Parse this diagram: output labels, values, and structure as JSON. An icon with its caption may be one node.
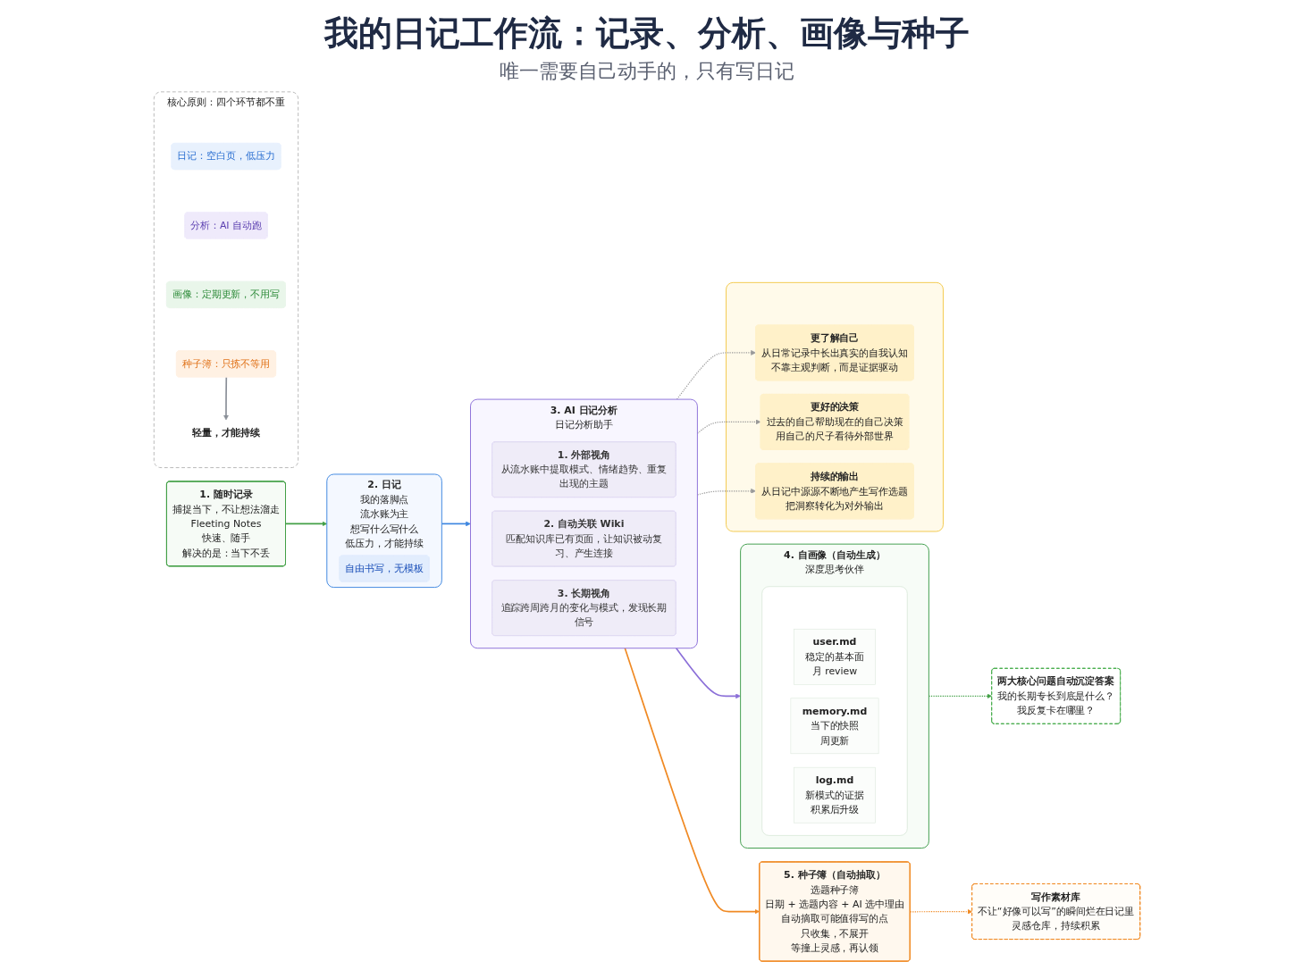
{
  "diagram": {
    "title": "我的日记工作流：记录、分析、画像与种子",
    "nodes": [
      {
        "text": [
          "1. 随时记录",
          "捕捉当下，不让想法溜走",
          "Fleeting Notes",
          "快速、随手",
          "解决的是：当下不丢"
        ]
      },
      {
        "text": [
          "2. 日记",
          "我的落脚点",
          "流水账为主",
          "想写什么写什么",
          "低压力，才能持续"
        ]
      },
      {
        "text": [
          "自由书写，无模板"
        ],
        "in": 1
      },
      {
        "text": [
          "3. AI 日记分析",
          "日记分析助手"
        ]
      },
      {
        "text": [
          "1. 外部视角",
          "从流水账中提取模式、情绪趋势、重复出现的主题"
        ],
        "in": 3
      },
      {
        "text": [
          "2. 自动关联 Wiki",
          "匹配知识库已有页面，让知识被动复习、产生连接"
        ],
        "in": 3
      },
      {
        "text": [
          "3. 长期视角",
          "追踪跨周跨月的变化与模式，发现长期信号"
        ],
        "in": 3
      },
      {
        "text": [
          "4. 自画像（自动生成）",
          "深度思考伙伴"
        ]
      },
      {
        "text": [],
        "shape": "box",
        "in": 7
      },
      {
        "text": [
          "user.md",
          "稳定的基本面",
          "月 review"
        ],
        "in": 8
      },
      {
        "text": [
          "memory.md",
          "当下的快照",
          "周更新"
        ],
        "in": 8
      },
      {
        "text": [
          "log.md",
          "新模式的证据",
          "积累后升级"
        ],
        "in": 8
      },
      {
        "text": [
          "两大核心问题自动沉淀答案",
          "我的长期专长到底是什么？",
          "我反复卡在哪里？"
        ]
      },
      {
        "text": [
          "5. 种子簿（自动抽取）",
          "选题种子簿",
          "日期 + 选题内容 + AI 选中理由",
          "自动摘取可能值得写的点",
          "只收集，不展开",
          "等撞上灵感，再认领"
        ]
      },
      {
        "text": [
          "写作素材库",
          "不让“好像可以写”的瞬间烂在日记里",
          "灵感仓库，持续积累"
        ]
      },
      {
        "text": [],
        "shape": "box"
      },
      {
        "text": [
          "更了解自己",
          "从日常记录中长出真实的自我认知",
          "不靠主观判断，而是证据驱动"
        ],
        "in": 15
      },
      {
        "text": [
          "更好的决策",
          "过去的自己帮助现在的自己决策",
          "用自己的尺子看待外部世界"
        ],
        "in": 15
      },
      {
        "text": [
          "持续的输出",
          "从日记中源源不断地产生写作选题",
          "把洞察转化为对外输出"
        ],
        "in": 15
      },
      {
        "text": [
          "核心原则：四个环节都不重"
        ]
      },
      {
        "text": [
          "日记：空白页，低压力"
        ],
        "in": 19
      },
      {
        "text": [
          "分析：AI 自动跑"
        ],
        "in": 19
      },
      {
        "text": [
          "画像：定期更新，不用写"
        ],
        "in": 19
      },
      {
        "text": [
          "种子簿：只拣不等用"
        ],
        "in": 19
      },
      {
        "text": [
          "轻量，才能持续"
        ],
        "in": 19
      }
    ],
    "edges": [
      {
        "from": 0,
        "to": 1,
        "arrow": "to",
        "color": "#43a047"
      },
      {
        "from": 1,
        "to": 3,
        "arrow": "to",
        "color": "#3d86e0"
      },
      {
        "from": 3,
        "to": 7,
        "arrow": "to",
        "color": "#8b6fd8"
      },
      {
        "from": 3,
        "to": 13,
        "arrow": "to",
        "color": "#f08a24"
      },
      {
        "from": 7,
        "to": 12,
        "arrow": "to",
        "style": "dashed",
        "color": "#43a047"
      },
      {
        "from": 13,
        "to": 14,
        "arrow": "to",
        "style": "dashed",
        "color": "#f08a24"
      },
      {
        "from": 3,
        "to": 16,
        "arrow": "to",
        "style": "dashed",
        "color": "#999999"
      },
      {
        "from": 3,
        "to": 17,
        "arrow": "to",
        "style": "dashed",
        "color": "#999999"
      },
      {
        "from": 3,
        "to": 18,
        "arrow": "to",
        "style": "dashed",
        "color": "#999999"
      },
      {
        "from": 23,
        "to": 24,
        "arrow": "to",
        "color": "#8a8f98"
      }
    ],
    "labels": [
      "唯一需要自己动手的，只有写日记"
    ]
  }
}
